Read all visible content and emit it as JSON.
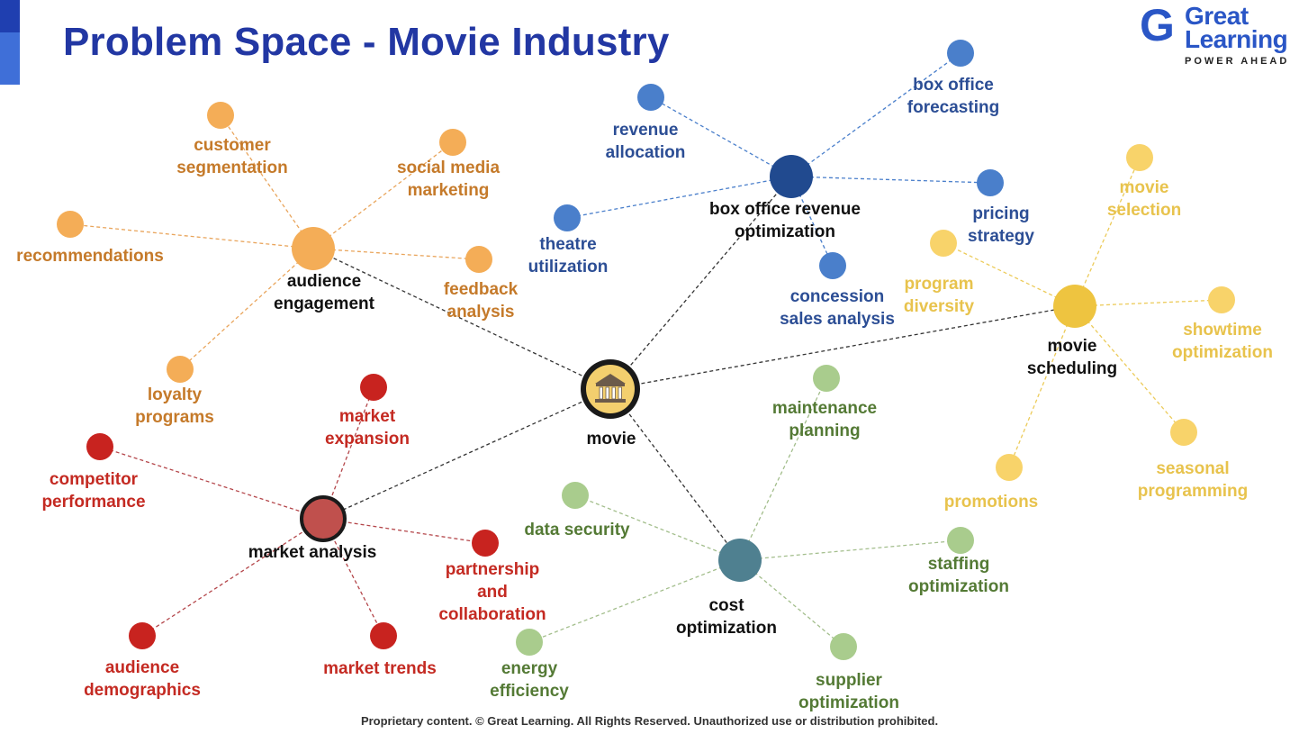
{
  "title": "Problem Space - Movie Industry",
  "logo": {
    "mark": "G",
    "line1": "Great",
    "line2": "Learning",
    "tagline": "POWER AHEAD"
  },
  "footer": "Proprietary content. © Great Learning. All Rights Reserved. Unauthorized use or distribution prohibited.",
  "colors": {
    "title": "#2237a3",
    "orange": "#f4ad57",
    "orange_text": "#c57a2a",
    "blue": "#4a7fcb",
    "blue_dark": "#214a8f",
    "blue_text": "#2c4e95",
    "yellow": "#f8d36a",
    "yellow_dark": "#eec440",
    "yellow_text": "#e8c34d",
    "red": "#c8231f",
    "red_center": "#c0504d",
    "red_text": "#c42a22",
    "green": "#a9cc8d",
    "green_text": "#547a35",
    "teal": "#4f8090",
    "black_text": "#111111"
  },
  "diagram": {
    "center": {
      "label": "movie",
      "icon": "cinema-building-icon"
    },
    "hubs": [
      {
        "id": "audience-engagement",
        "label": [
          "audience",
          "engagement"
        ],
        "leaves": [
          {
            "id": "customer-segmentation",
            "label": [
              "customer",
              "segmentation"
            ]
          },
          {
            "id": "social-media-marketing",
            "label": [
              "social media",
              "marketing"
            ]
          },
          {
            "id": "recommendations",
            "label": [
              "recommendations"
            ]
          },
          {
            "id": "feedback-analysis",
            "label": [
              "feedback",
              "analysis"
            ]
          },
          {
            "id": "loyalty-programs",
            "label": [
              "loyalty",
              "programs"
            ]
          }
        ]
      },
      {
        "id": "box-office-revenue-optimization",
        "label": [
          "box office revenue",
          "optimization"
        ],
        "leaves": [
          {
            "id": "revenue-allocation",
            "label": [
              "revenue",
              "allocation"
            ]
          },
          {
            "id": "box-office-forecasting",
            "label": [
              "box office",
              "forecasting"
            ]
          },
          {
            "id": "theatre-utilization",
            "label": [
              "theatre",
              "utilization"
            ]
          },
          {
            "id": "pricing-strategy",
            "label": [
              "pricing",
              "strategy"
            ]
          },
          {
            "id": "concession-sales-analysis",
            "label": [
              "concession",
              "sales analysis"
            ]
          }
        ]
      },
      {
        "id": "movie-scheduling",
        "label": [
          "movie",
          "scheduling"
        ],
        "leaves": [
          {
            "id": "movie-selection",
            "label": [
              "movie",
              "selection"
            ]
          },
          {
            "id": "program-diversity",
            "label": [
              "program",
              "diversity"
            ]
          },
          {
            "id": "showtime-optimization",
            "label": [
              "showtime",
              "optimization"
            ]
          },
          {
            "id": "seasonal-programming",
            "label": [
              "seasonal",
              "programming"
            ]
          },
          {
            "id": "promotions",
            "label": [
              "promotions"
            ]
          }
        ]
      },
      {
        "id": "market-analysis",
        "label": [
          "market analysis"
        ],
        "leaves": [
          {
            "id": "market-expansion",
            "label": [
              "market",
              "expansion"
            ]
          },
          {
            "id": "competitor-performance",
            "label": [
              "competitor",
              "performance"
            ]
          },
          {
            "id": "partnership-and-collaboration",
            "label": [
              "partnership",
              "and",
              "collaboration"
            ]
          },
          {
            "id": "audience-demographics",
            "label": [
              "audience",
              "demographics"
            ]
          },
          {
            "id": "market-trends",
            "label": [
              "market trends"
            ]
          }
        ]
      },
      {
        "id": "cost-optimization",
        "label": [
          "cost",
          "optimization"
        ],
        "leaves": [
          {
            "id": "maintenance-planning",
            "label": [
              "maintenance",
              "planning"
            ]
          },
          {
            "id": "data-security",
            "label": [
              "data security"
            ]
          },
          {
            "id": "staffing-optimization",
            "label": [
              "staffing",
              "optimization"
            ]
          },
          {
            "id": "energy-efficiency",
            "label": [
              "energy",
              "efficiency"
            ]
          },
          {
            "id": "supplier-optimization",
            "label": [
              "supplier",
              "optimization"
            ]
          }
        ]
      }
    ]
  }
}
